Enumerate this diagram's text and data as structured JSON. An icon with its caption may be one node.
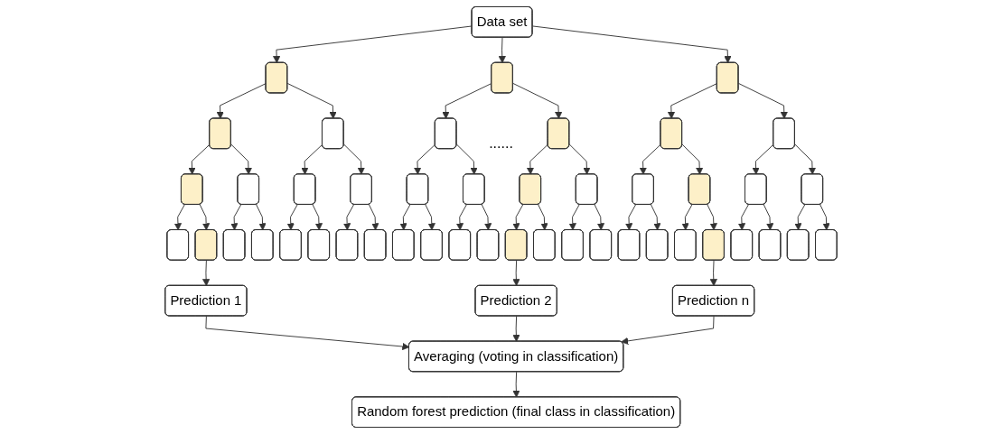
{
  "diagram": {
    "nodes": [
      {
        "text": [
          "Data set"
        ]
      },
      {
        "text": [],
        "shape": "box"
      },
      {
        "text": [],
        "shape": "box"
      },
      {
        "text": [],
        "shape": "box"
      },
      {
        "text": [],
        "shape": "box"
      },
      {
        "text": [],
        "shape": "box"
      },
      {
        "text": [],
        "shape": "box"
      },
      {
        "text": [],
        "shape": "box"
      },
      {
        "text": [],
        "shape": "box"
      },
      {
        "text": [],
        "shape": "box"
      },
      {
        "text": [],
        "shape": "box"
      },
      {
        "text": [],
        "shape": "box"
      },
      {
        "text": [],
        "shape": "box"
      },
      {
        "text": [],
        "shape": "box"
      },
      {
        "text": [],
        "shape": "box"
      },
      {
        "text": [],
        "shape": "box"
      },
      {
        "text": [],
        "shape": "box"
      },
      {
        "text": [],
        "shape": "box"
      },
      {
        "text": [],
        "shape": "box"
      },
      {
        "text": [],
        "shape": "box"
      },
      {
        "text": [],
        "shape": "box"
      },
      {
        "text": [],
        "shape": "box"
      },
      {
        "text": [],
        "shape": "box"
      },
      {
        "text": [],
        "shape": "box"
      },
      {
        "text": [],
        "shape": "box"
      },
      {
        "text": [],
        "shape": "box"
      },
      {
        "text": [],
        "shape": "box"
      },
      {
        "text": [],
        "shape": "box"
      },
      {
        "text": [],
        "shape": "box"
      },
      {
        "text": [],
        "shape": "box"
      },
      {
        "text": [],
        "shape": "box"
      },
      {
        "text": [],
        "shape": "box"
      },
      {
        "text": [],
        "shape": "box"
      },
      {
        "text": [],
        "shape": "box"
      },
      {
        "text": [],
        "shape": "box"
      },
      {
        "text": [],
        "shape": "box"
      },
      {
        "text": [],
        "shape": "box"
      },
      {
        "text": [],
        "shape": "box"
      },
      {
        "text": [],
        "shape": "box"
      },
      {
        "text": [],
        "shape": "box"
      },
      {
        "text": [],
        "shape": "box"
      },
      {
        "text": [],
        "shape": "box"
      },
      {
        "text": [],
        "shape": "box"
      },
      {
        "text": [],
        "shape": "box"
      },
      {
        "text": [],
        "shape": "box"
      },
      {
        "text": [],
        "shape": "box"
      },
      {
        "text": [
          "Prediction 1"
        ]
      },
      {
        "text": [
          "Prediction 2"
        ]
      },
      {
        "text": [
          "Prediction n"
        ]
      },
      {
        "text": [
          "Averaging (voting in classification)"
        ]
      },
      {
        "text": [
          "Random forest prediction (final class in classification)"
        ]
      }
    ],
    "edges": [
      {
        "from": 0,
        "to": 1,
        "arrow": "to"
      },
      {
        "from": 0,
        "to": 2,
        "arrow": "to"
      },
      {
        "from": 0,
        "to": 3,
        "arrow": "to"
      },
      {
        "from": 1,
        "to": 4,
        "arrow": "to"
      },
      {
        "from": 1,
        "to": 5,
        "arrow": "to"
      },
      {
        "from": 4,
        "to": 10,
        "arrow": "to"
      },
      {
        "from": 4,
        "to": 11,
        "arrow": "to"
      },
      {
        "from": 5,
        "to": 12,
        "arrow": "to"
      },
      {
        "from": 5,
        "to": 13,
        "arrow": "to"
      },
      {
        "from": 10,
        "to": 22,
        "arrow": "to"
      },
      {
        "from": 10,
        "to": 23,
        "arrow": "to"
      },
      {
        "from": 11,
        "to": 24,
        "arrow": "to"
      },
      {
        "from": 11,
        "to": 25,
        "arrow": "to"
      },
      {
        "from": 12,
        "to": 26,
        "arrow": "to"
      },
      {
        "from": 12,
        "to": 27,
        "arrow": "to"
      },
      {
        "from": 13,
        "to": 28,
        "arrow": "to"
      },
      {
        "from": 13,
        "to": 29,
        "arrow": "to"
      },
      {
        "from": 2,
        "to": 6,
        "arrow": "to"
      },
      {
        "from": 2,
        "to": 7,
        "arrow": "to"
      },
      {
        "from": 6,
        "to": 14,
        "arrow": "to"
      },
      {
        "from": 6,
        "to": 15,
        "arrow": "to"
      },
      {
        "from": 7,
        "to": 16,
        "arrow": "to"
      },
      {
        "from": 7,
        "to": 17,
        "arrow": "to"
      },
      {
        "from": 14,
        "to": 30,
        "arrow": "to"
      },
      {
        "from": 14,
        "to": 31,
        "arrow": "to"
      },
      {
        "from": 15,
        "to": 32,
        "arrow": "to"
      },
      {
        "from": 15,
        "to": 33,
        "arrow": "to"
      },
      {
        "from": 16,
        "to": 34,
        "arrow": "to"
      },
      {
        "from": 16,
        "to": 35,
        "arrow": "to"
      },
      {
        "from": 17,
        "to": 36,
        "arrow": "to"
      },
      {
        "from": 17,
        "to": 37,
        "arrow": "to"
      },
      {
        "from": 3,
        "to": 8,
        "arrow": "to"
      },
      {
        "from": 3,
        "to": 9,
        "arrow": "to"
      },
      {
        "from": 8,
        "to": 18,
        "arrow": "to"
      },
      {
        "from": 8,
        "to": 19,
        "arrow": "to"
      },
      {
        "from": 9,
        "to": 20,
        "arrow": "to"
      },
      {
        "from": 9,
        "to": 21,
        "arrow": "to"
      },
      {
        "from": 18,
        "to": 38,
        "arrow": "to"
      },
      {
        "from": 18,
        "to": 39,
        "arrow": "to"
      },
      {
        "from": 19,
        "to": 40,
        "arrow": "to"
      },
      {
        "from": 19,
        "to": 41,
        "arrow": "to"
      },
      {
        "from": 20,
        "to": 42,
        "arrow": "to"
      },
      {
        "from": 20,
        "to": 43,
        "arrow": "to"
      },
      {
        "from": 21,
        "to": 44,
        "arrow": "to"
      },
      {
        "from": 21,
        "to": 45,
        "arrow": "to"
      },
      {
        "from": 23,
        "to": 46,
        "arrow": "to"
      },
      {
        "from": 34,
        "to": 47,
        "arrow": "to"
      },
      {
        "from": 41,
        "to": 48,
        "arrow": "to"
      },
      {
        "from": 46,
        "to": 49,
        "arrow": "to"
      },
      {
        "from": 47,
        "to": 49,
        "arrow": "to"
      },
      {
        "from": 48,
        "to": 49,
        "arrow": "to"
      },
      {
        "from": 49,
        "to": 50,
        "arrow": "to"
      }
    ],
    "labels": [
      "......"
    ]
  }
}
